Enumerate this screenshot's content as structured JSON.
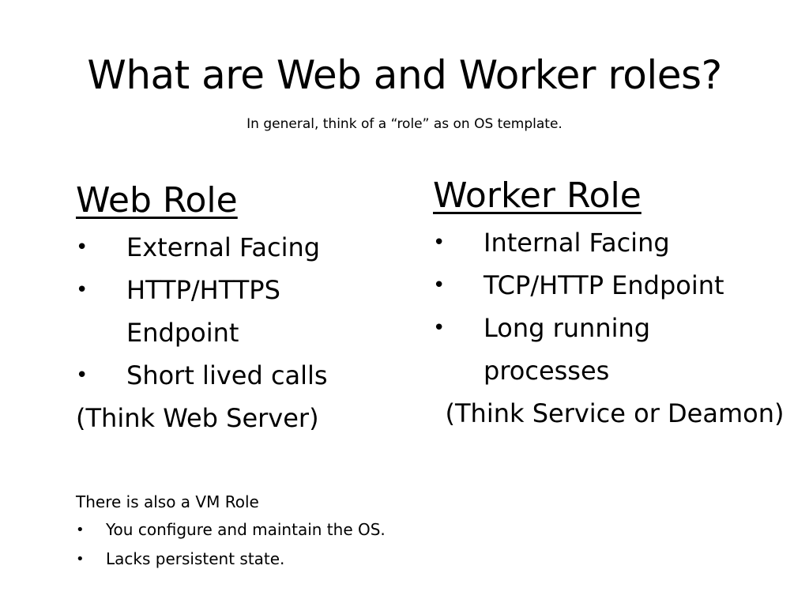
{
  "slide": {
    "title": "What are Web and Worker roles?",
    "subtitle": "In general, think of a “role” as on OS template."
  },
  "web_role": {
    "heading": "Web Role",
    "bullet_symbol": "•",
    "bullets": [
      "External Facing",
      "HTTP/HTTPS Endpoint",
      "Short lived calls"
    ],
    "note": "(Think Web Server)"
  },
  "worker_role": {
    "heading": "Worker Role",
    "bullet_symbol": "•",
    "bullets": [
      "Internal Facing",
      "TCP/HTTP Endpoint",
      "Long running processes"
    ],
    "note": "(Think Service or Deamon)"
  },
  "vm_role": {
    "title": "There is also a VM Role",
    "bullet_symbol": "•",
    "bullets": [
      "You configure and maintain the OS.",
      "Lacks persistent state."
    ]
  }
}
